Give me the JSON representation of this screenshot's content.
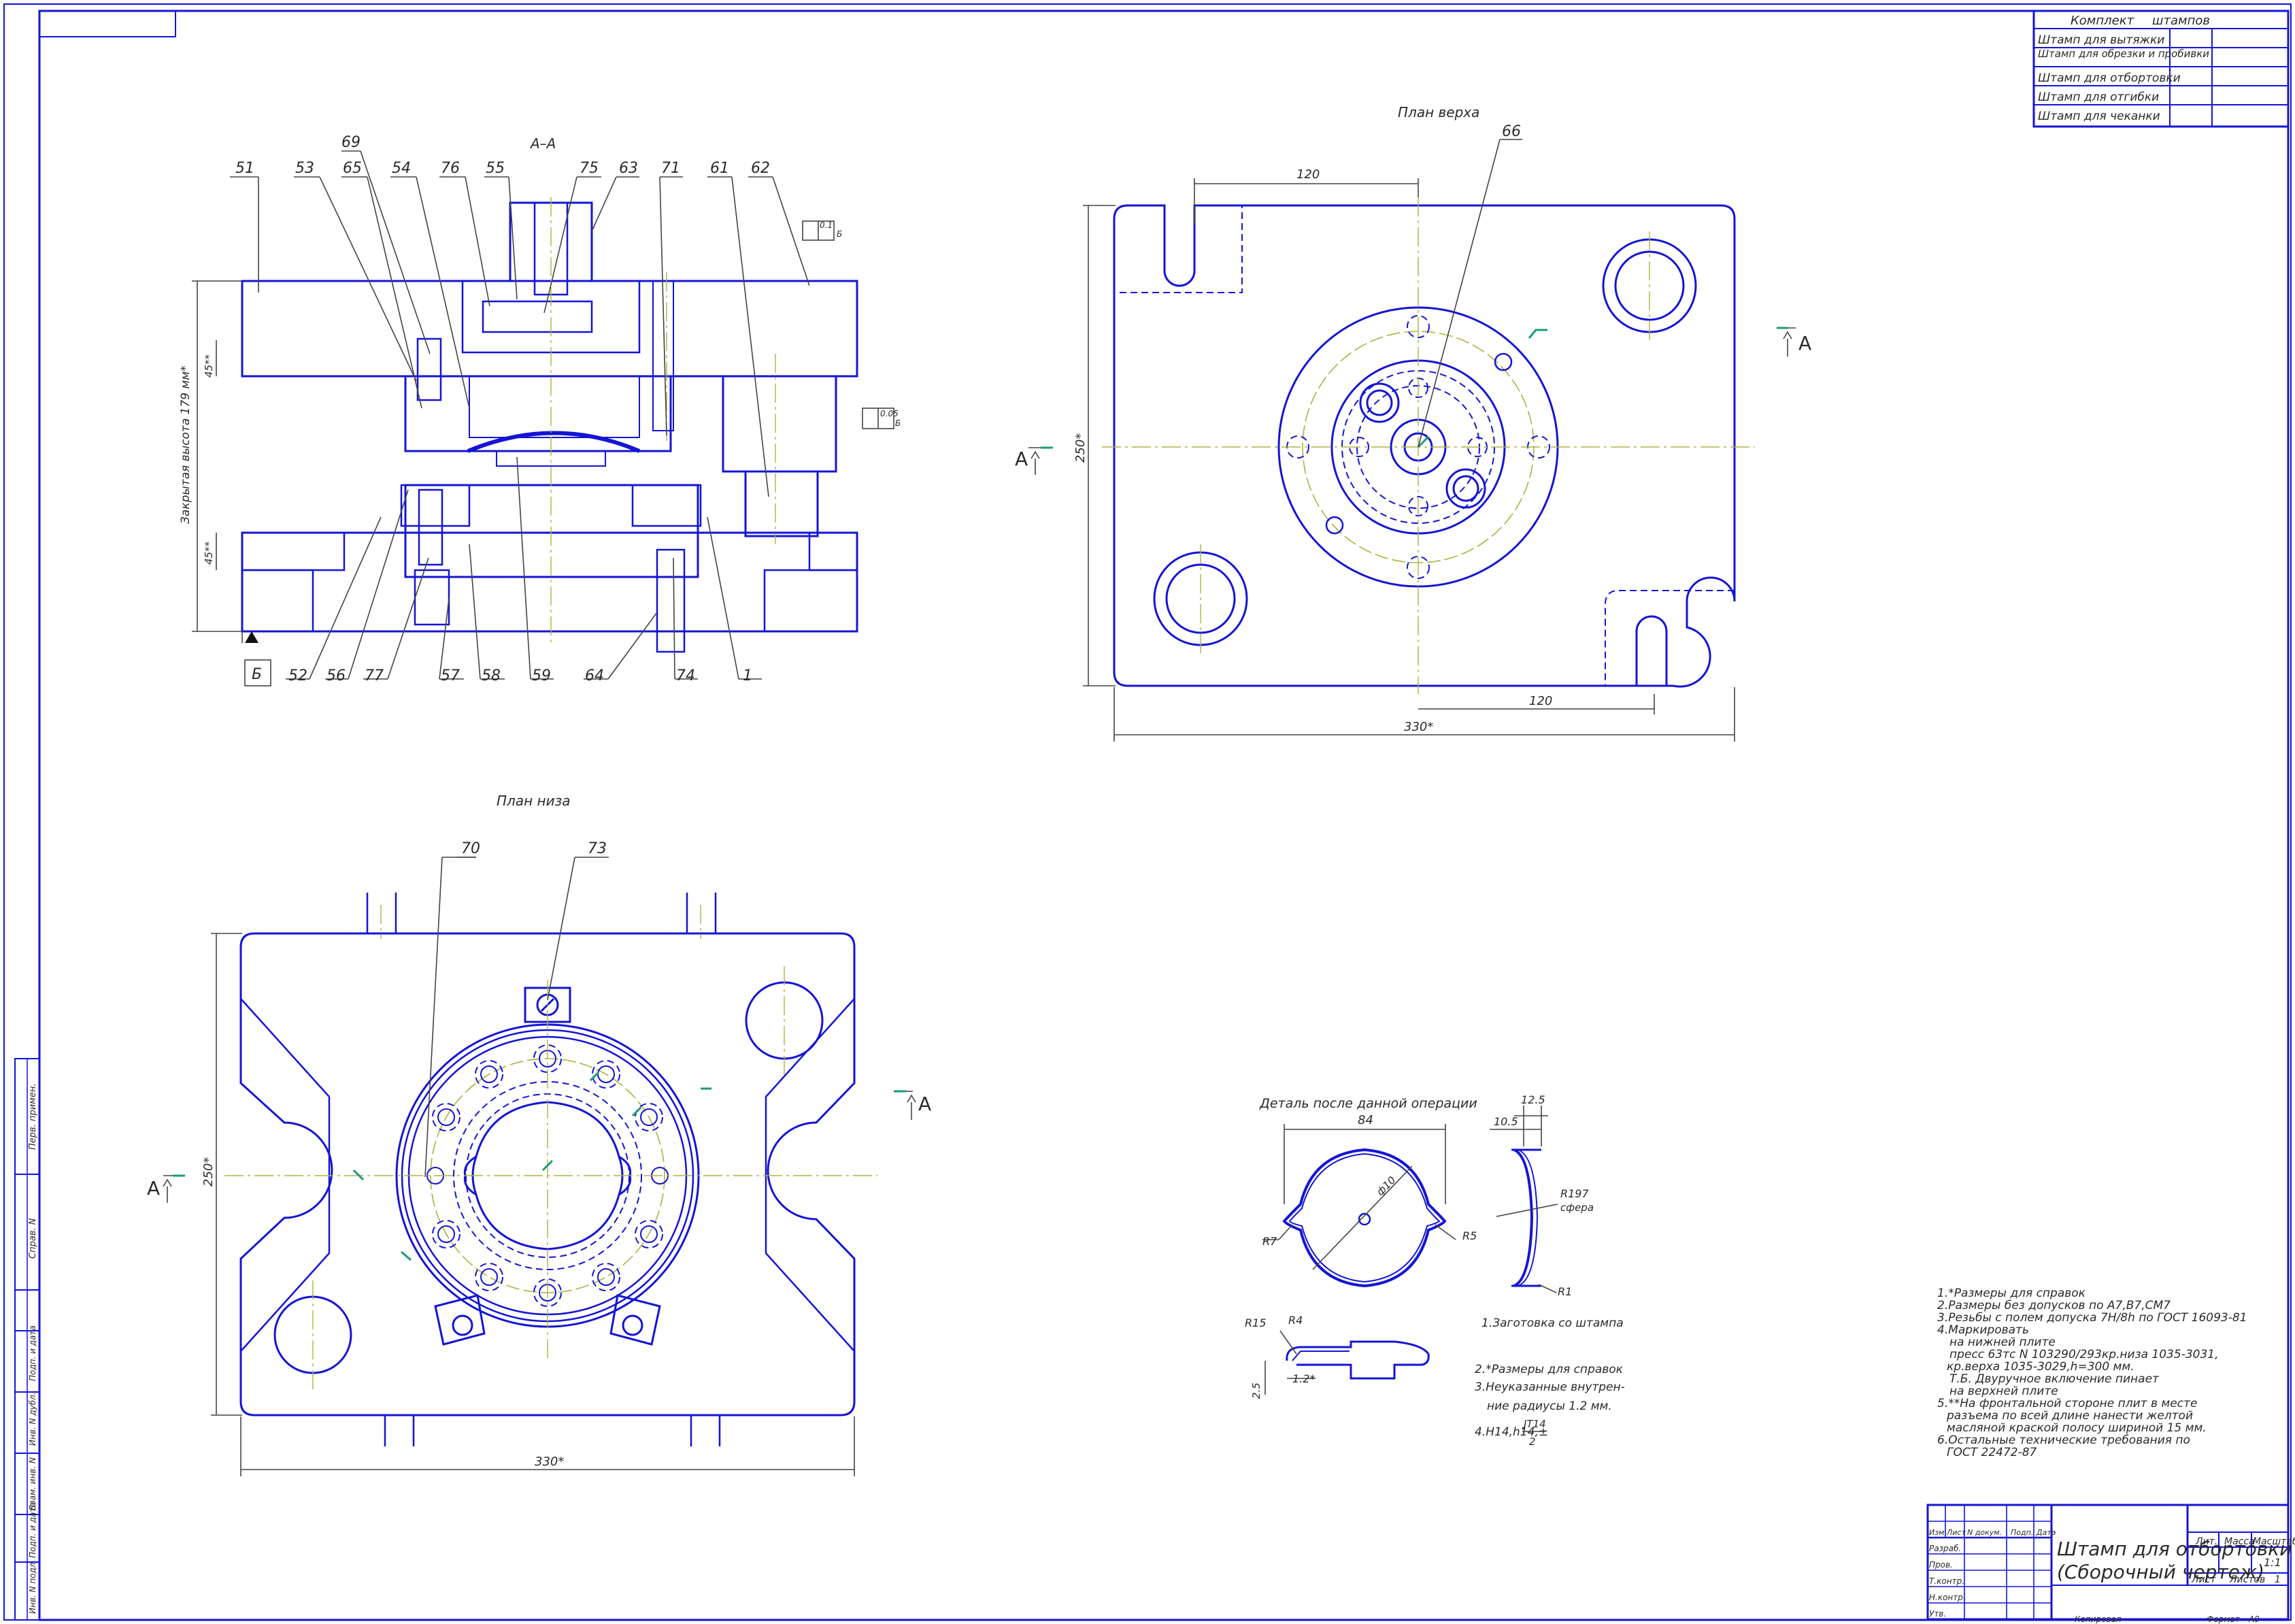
{
  "views": {
    "section_title": "А–А",
    "top_plan_title": "План верха",
    "bottom_plan_title": "План низа",
    "section_mark": "А"
  },
  "section_labels": [
    "51",
    "53",
    "69",
    "65",
    "54",
    "76",
    "55",
    "75",
    "63",
    "71",
    "61",
    "62",
    "52",
    "56",
    "77",
    "57",
    "58",
    "59",
    "64",
    "74",
    "1"
  ],
  "section_dims": {
    "shut_height": "Закрытая высота 179 мм*",
    "upper_thk": "45**",
    "lower_thk": "45**",
    "base_mark": "Б",
    "tol_par": "0.1",
    "tol_par_ref": "Б",
    "tol_perp": "0.05",
    "tol_perp_ref": "Б"
  },
  "top_plan": {
    "leader": "66",
    "dim_left": "120",
    "dim_bottom": "120",
    "dim_width": "330*",
    "dim_height": "250*"
  },
  "bottom_plan": {
    "leader_a": "70",
    "leader_b": "73",
    "dim_width": "330*",
    "dim_height": "250*"
  },
  "detail": {
    "title": "Деталь после данной операции",
    "dia": "84",
    "hole": "ф10",
    "r_left": "R7",
    "r_right": "R5",
    "side_w1": "12.5",
    "side_w2": "10.5",
    "sphere": "R197",
    "sphere_note": "сфера",
    "r_small": "R1",
    "r15": "R15",
    "r4": "R4",
    "h25": "2.5",
    "w12": "1.2*"
  },
  "detail_notes": [
    "1.Заготовка со штампа",
    "2.*Размеры для справок",
    "3.Неуказанные внутрен-",
    "ние радиусы 1.2 мм.",
    "4.H14,h14,±"
  ],
  "tolerance_frac": {
    "num": "JT14",
    "den": "2"
  },
  "tech_notes": [
    "1.*Размеры для справок",
    "2.Размеры без допусков по А7,В7,СМ7",
    "3.Резьбы с полем допуска 7Н/8h по ГОСТ 16093-81",
    "4.Маркировать",
    "на нижней плите",
    "пресс 63тс N 103290/293кр.низа 1035-3031,",
    "кр.верха 1035-3029,h=300 мм.",
    "Т.Б. Двуручное включение пинает",
    "на верхней плите",
    "5.**На фронтальной стороне плит в месте",
    "разъема по всей длине нанести желтой",
    "масляной краской полосу шириной 15 мм.",
    "6.Остальные технические требования по",
    "ГОСТ 22472-87"
  ],
  "kit_table": {
    "header": [
      "Комплект",
      "штампов"
    ],
    "rows": [
      "Штамп для вытяжки",
      "Штамп для обрезки и пробивки",
      "Штамп для отбортовки",
      "Штамп для отгибки",
      "Штамп для чеканки"
    ]
  },
  "title_block": {
    "title_line1": "Штамп для отбортовки",
    "title_line2": "(Сборочный чертеж)",
    "cols": [
      "Изм",
      "Лист",
      "N докум.",
      "Подп.",
      "Дата"
    ],
    "roles": [
      "Разраб.",
      "Пров.",
      "Т.контр.",
      "Н.контр.",
      "Утв."
    ],
    "lit": "Лит.",
    "mass": "Масса",
    "scale": "Масштаб",
    "scale_val": "1:1",
    "sheet": "Лист",
    "sheets": "Листов",
    "sheets_val": "1",
    "copied": "Копировал",
    "format": "Формат",
    "format_val": "А0"
  },
  "left_strip": [
    "Перв. примен.",
    "Справ. N",
    "Подп. и дата",
    "Инв. N дубл.",
    "Взам. инв. N",
    "Подп. и дата",
    "Инв. N подл."
  ]
}
